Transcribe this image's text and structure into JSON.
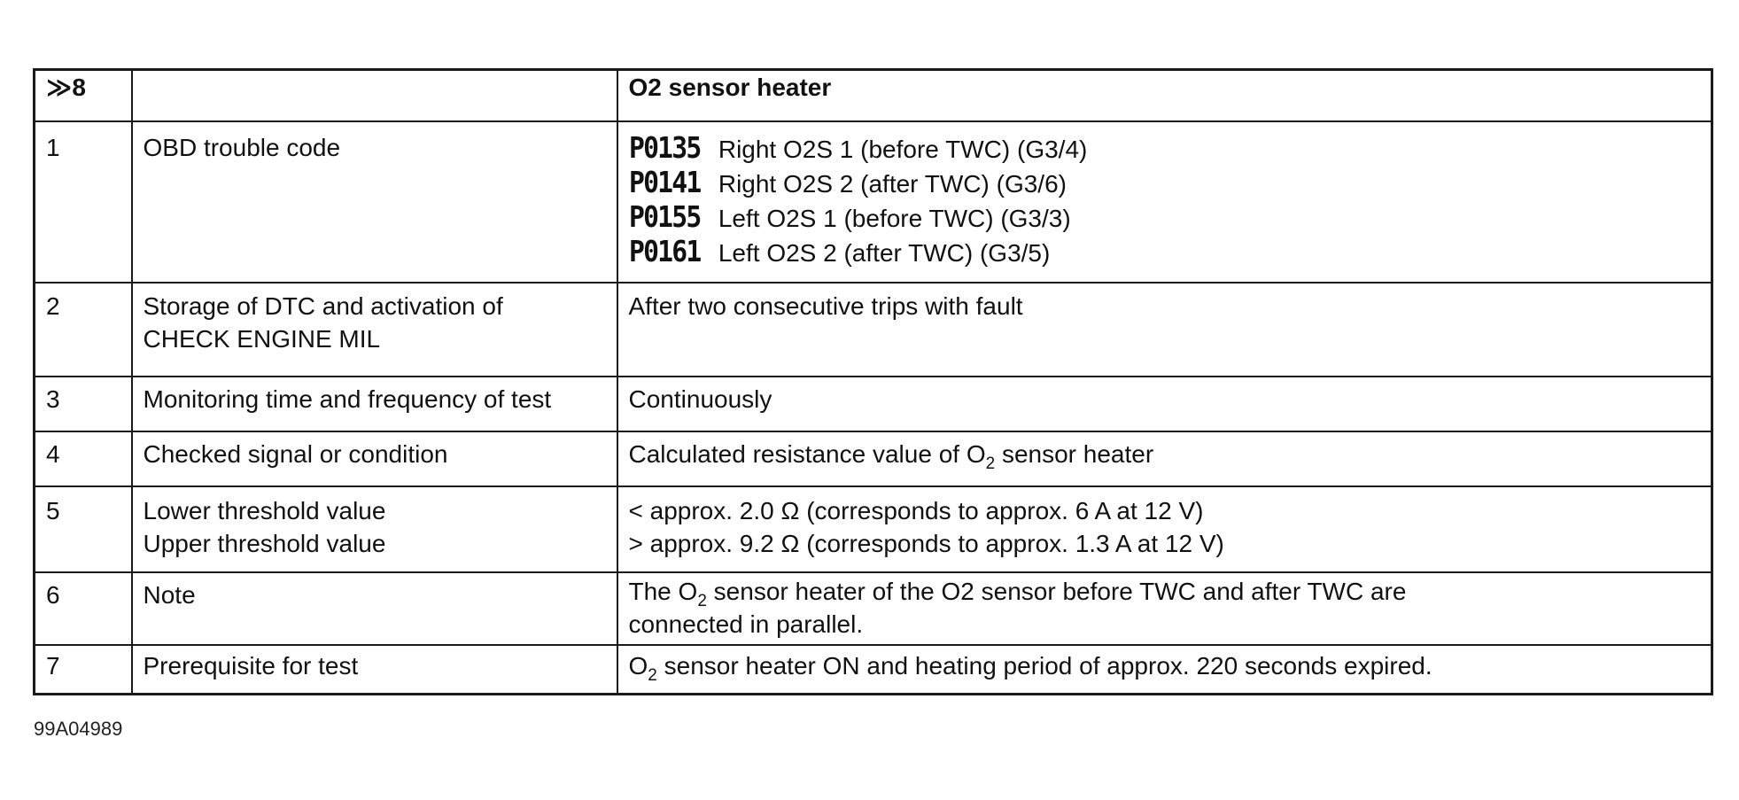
{
  "table": {
    "header": {
      "number": "≫8",
      "title": "O2 sensor heater"
    },
    "row1": {
      "num": "1",
      "label": "OBD trouble code",
      "codes": [
        {
          "code": "P0135",
          "desc": "Right O2S 1 (before TWC) (G3/4)"
        },
        {
          "code": "P0141",
          "desc": "Right O2S 2 (after TWC) (G3/6)"
        },
        {
          "code": "P0155",
          "desc": "Left O2S 1 (before TWC) (G3/3)"
        },
        {
          "code": "P0161",
          "desc": "Left O2S 2 (after TWC) (G3/5)"
        }
      ]
    },
    "row2": {
      "num": "2",
      "label_line1": "Storage of DTC and activation of",
      "label_line2": "CHECK ENGINE MIL",
      "value": "After two consecutive trips with fault"
    },
    "row3": {
      "num": "3",
      "label": "Monitoring time and frequency of test",
      "value": "Continuously"
    },
    "row4": {
      "num": "4",
      "label": "Checked signal or condition",
      "value_pre": "Calculated resistance value of O",
      "value_sub": "2",
      "value_post": " sensor heater"
    },
    "row5": {
      "num": "5",
      "label_line1": "Lower threshold value",
      "label_line2": "Upper threshold value",
      "value_line1": "< approx. 2.0 Ω (corresponds to approx. 6 A at 12 V)",
      "value_line2": "> approx. 9.2 Ω (corresponds to approx. 1.3 A at 12 V)"
    },
    "row6": {
      "num": "6",
      "label": "Note",
      "value_l1_pre": "The O",
      "value_l1_sub": "2",
      "value_l1_post": " sensor heater of the O2 sensor before TWC and after TWC are",
      "value_line2": "connected in parallel."
    },
    "row7": {
      "num": "7",
      "label": "Prerequisite for test",
      "value_pre": "O",
      "value_sub": "2",
      "value_post": " sensor heater ON and heating period of approx. 220 seconds expired."
    }
  },
  "figure_id": "99A04989"
}
